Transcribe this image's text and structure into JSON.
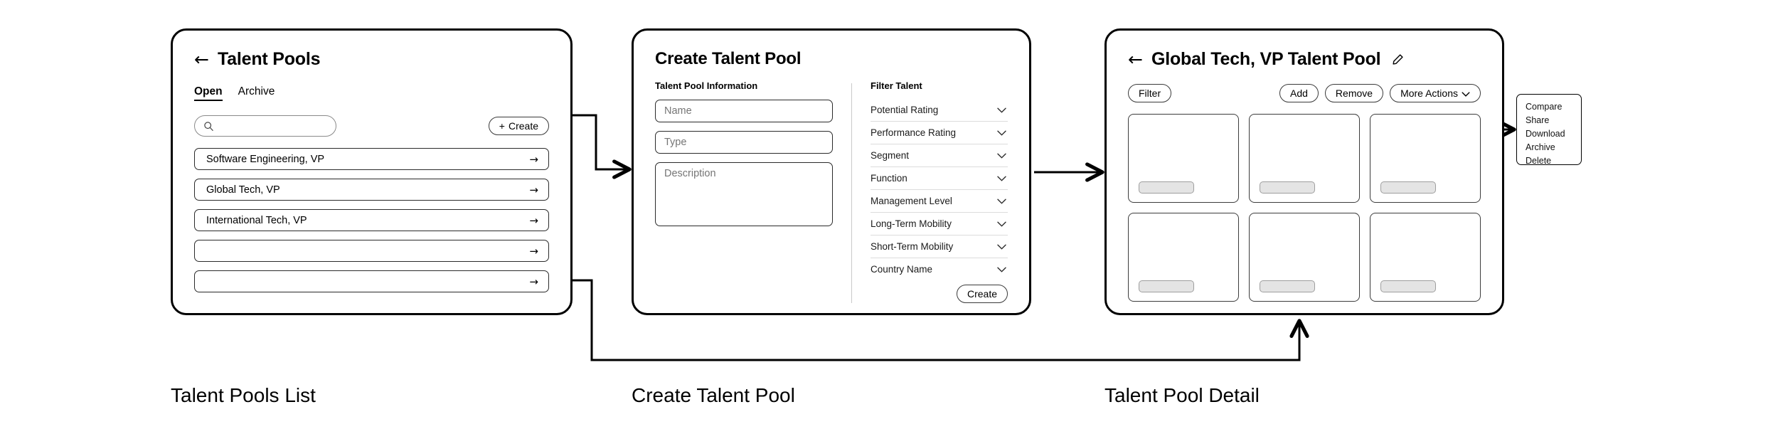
{
  "panels": {
    "list": {
      "back_icon": "back-arrow-icon",
      "title": "Talent Pools",
      "tabs": [
        {
          "label": "Open",
          "active": true
        },
        {
          "label": "Archive",
          "active": false
        }
      ],
      "search": {
        "value": "",
        "placeholder": "",
        "icon": "search-icon"
      },
      "create_button": {
        "plus": "+",
        "label": "Create"
      },
      "rows": [
        {
          "label": "Software Engineering, VP",
          "arrow": "→"
        },
        {
          "label": "Global Tech, VP",
          "arrow": "→"
        },
        {
          "label": "International Tech, VP",
          "arrow": "→"
        },
        {
          "label": "",
          "arrow": "→"
        },
        {
          "label": "",
          "arrow": "→"
        }
      ]
    },
    "create": {
      "title": "Create Talent Pool",
      "section_label": "Talent Pool Information",
      "fields": [
        {
          "name": "name-field",
          "placeholder": "Name",
          "value": ""
        },
        {
          "name": "type-field",
          "placeholder": "Type",
          "value": ""
        },
        {
          "name": "description-field",
          "placeholder": "Description",
          "value": ""
        }
      ],
      "filter_label": "Filter Talent",
      "filters": [
        "Potential Rating",
        "Performance Rating",
        "Segment",
        "Function",
        "Management Level",
        "Long-Term Mobility",
        "Short-Term Mobility",
        "Country Name"
      ],
      "submit_label": "Create"
    },
    "detail": {
      "back_icon": "back-arrow-icon",
      "title": "Global Tech, VP Talent Pool",
      "edit_icon": "pencil-icon",
      "filter_button": "Filter",
      "actions": [
        {
          "label": "Add"
        },
        {
          "label": "Remove"
        },
        {
          "label": "More Actions",
          "has_chevron": true
        }
      ],
      "cards": [
        {
          "placeholder": true
        },
        {
          "placeholder": true
        },
        {
          "placeholder": true
        },
        {
          "placeholder": true
        },
        {
          "placeholder": true
        },
        {
          "placeholder": true
        }
      ]
    }
  },
  "more_menu": {
    "items": [
      "Compare",
      "Share",
      "Download",
      "Archive",
      "Delete"
    ]
  },
  "captions": [
    "Talent Pools List",
    "Create Talent Pool",
    "Talent Pool Detail"
  ],
  "colors": {
    "stroke": "#000000",
    "panel_border": "#000000",
    "field_border": "#2a2a2a",
    "divider": "#dcdcdc",
    "placeholder_fill": "#e4e4e4",
    "background": "#ffffff"
  }
}
